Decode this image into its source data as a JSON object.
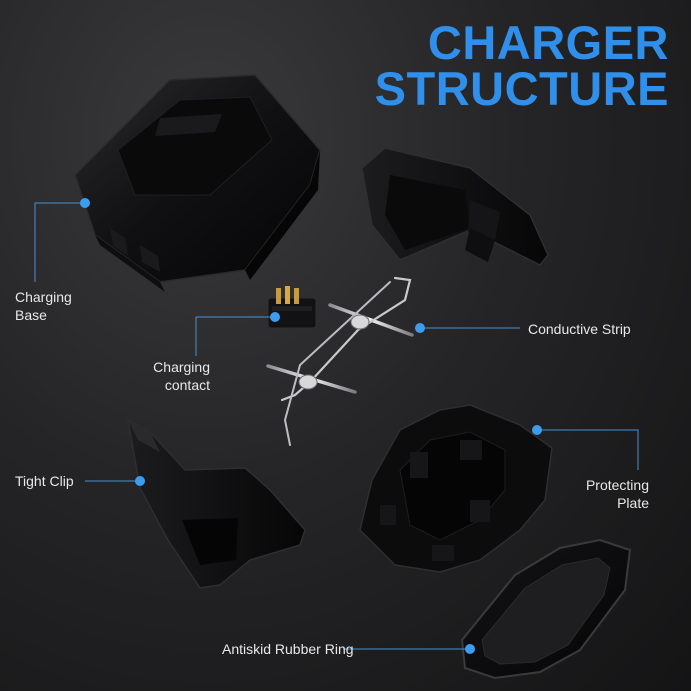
{
  "title": {
    "line1": "CHARGER",
    "line2": "STRUCTURE"
  },
  "labels": {
    "charging_base_1": "Charging",
    "charging_base_2": "Base",
    "conductive_strip": "Conductive Strip",
    "charging_contact_1": "Charging",
    "charging_contact_2": "contact",
    "tight_clip": "Tight Clip",
    "protecting_plate_1": "Protecting",
    "protecting_plate_2": "Plate",
    "antiskid_ring": "Antiskid Rubber Ring"
  },
  "colors": {
    "accent": "#2f8fea",
    "callout_line": "#4a90d0",
    "part_dark": "#0b0b0c",
    "part_edge": "#2b2b2e",
    "metal": "#c9c9cc",
    "gold": "#c99a3a"
  }
}
